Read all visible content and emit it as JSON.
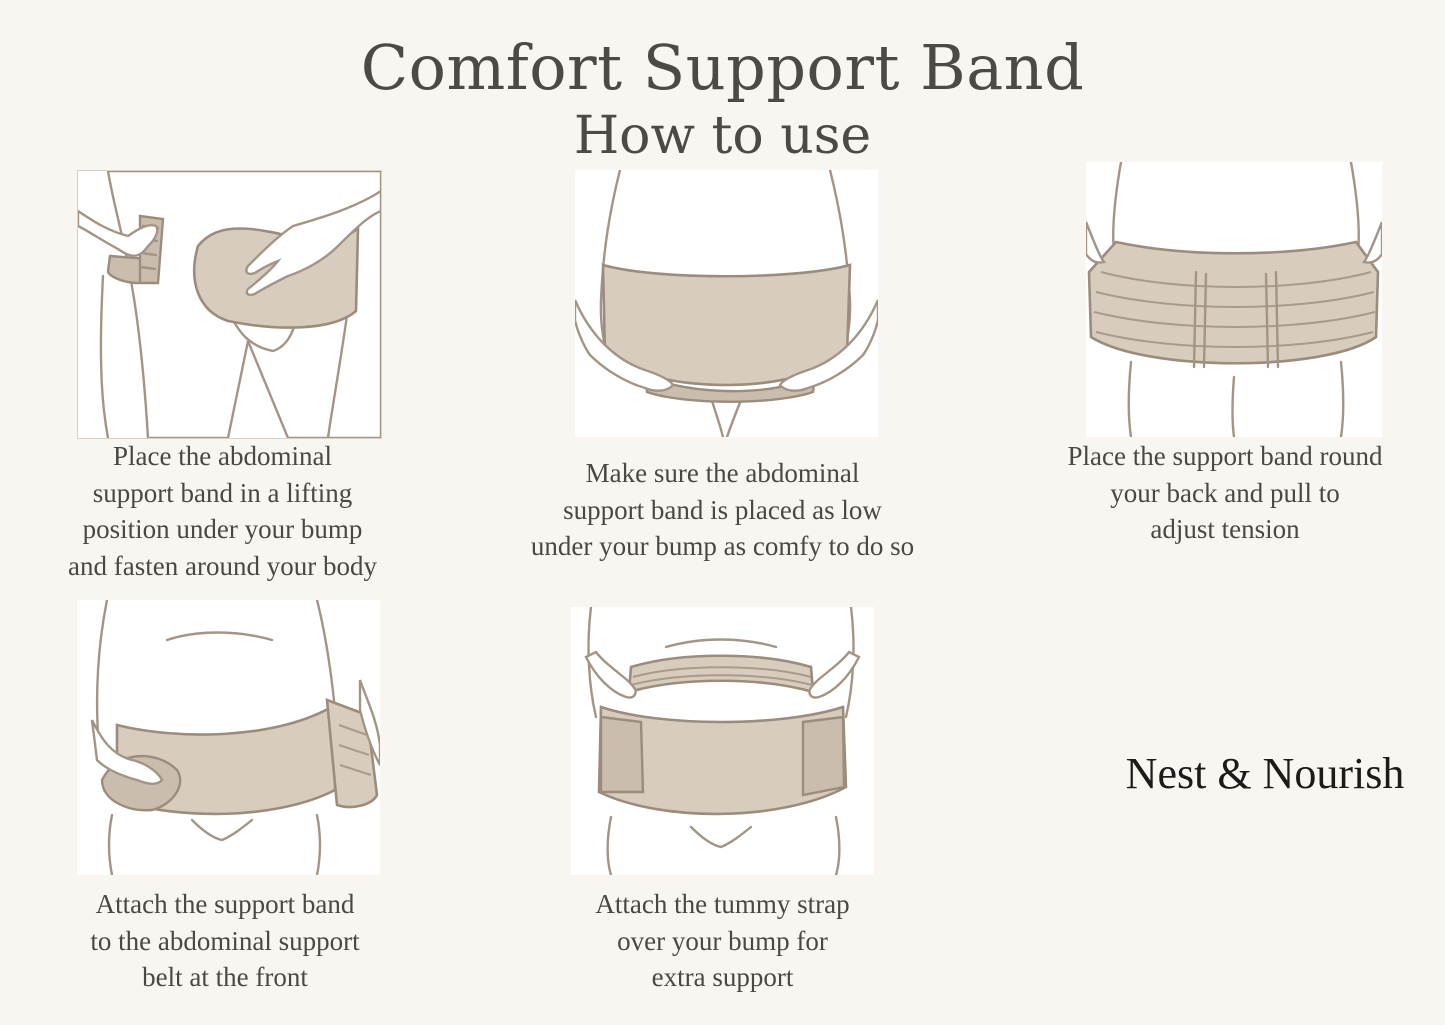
{
  "header": {
    "title": "Comfort Support Band",
    "subtitle": "How to use"
  },
  "steps": [
    {
      "caption": "Place the abdominal\nsupport band in a lifting\nposition under your bump\nand fasten around your body"
    },
    {
      "caption": "Make sure the abdominal\nsupport band is placed as low\nunder  your bump as comfy to do so"
    },
    {
      "caption": "Place the support band round\nyour back and pull to\nadjust tension"
    },
    {
      "caption": "Attach the support band\nto the abdominal support\nbelt at the front"
    },
    {
      "caption": "Attach the tummy strap\nover your bump for\nextra support"
    }
  ],
  "brand": {
    "name": "Nest & Nourish"
  },
  "colors": {
    "background": "#f9f6f2",
    "band_fill": "#d8ccbf",
    "outline": "#a39586",
    "text": "#4a4744"
  }
}
